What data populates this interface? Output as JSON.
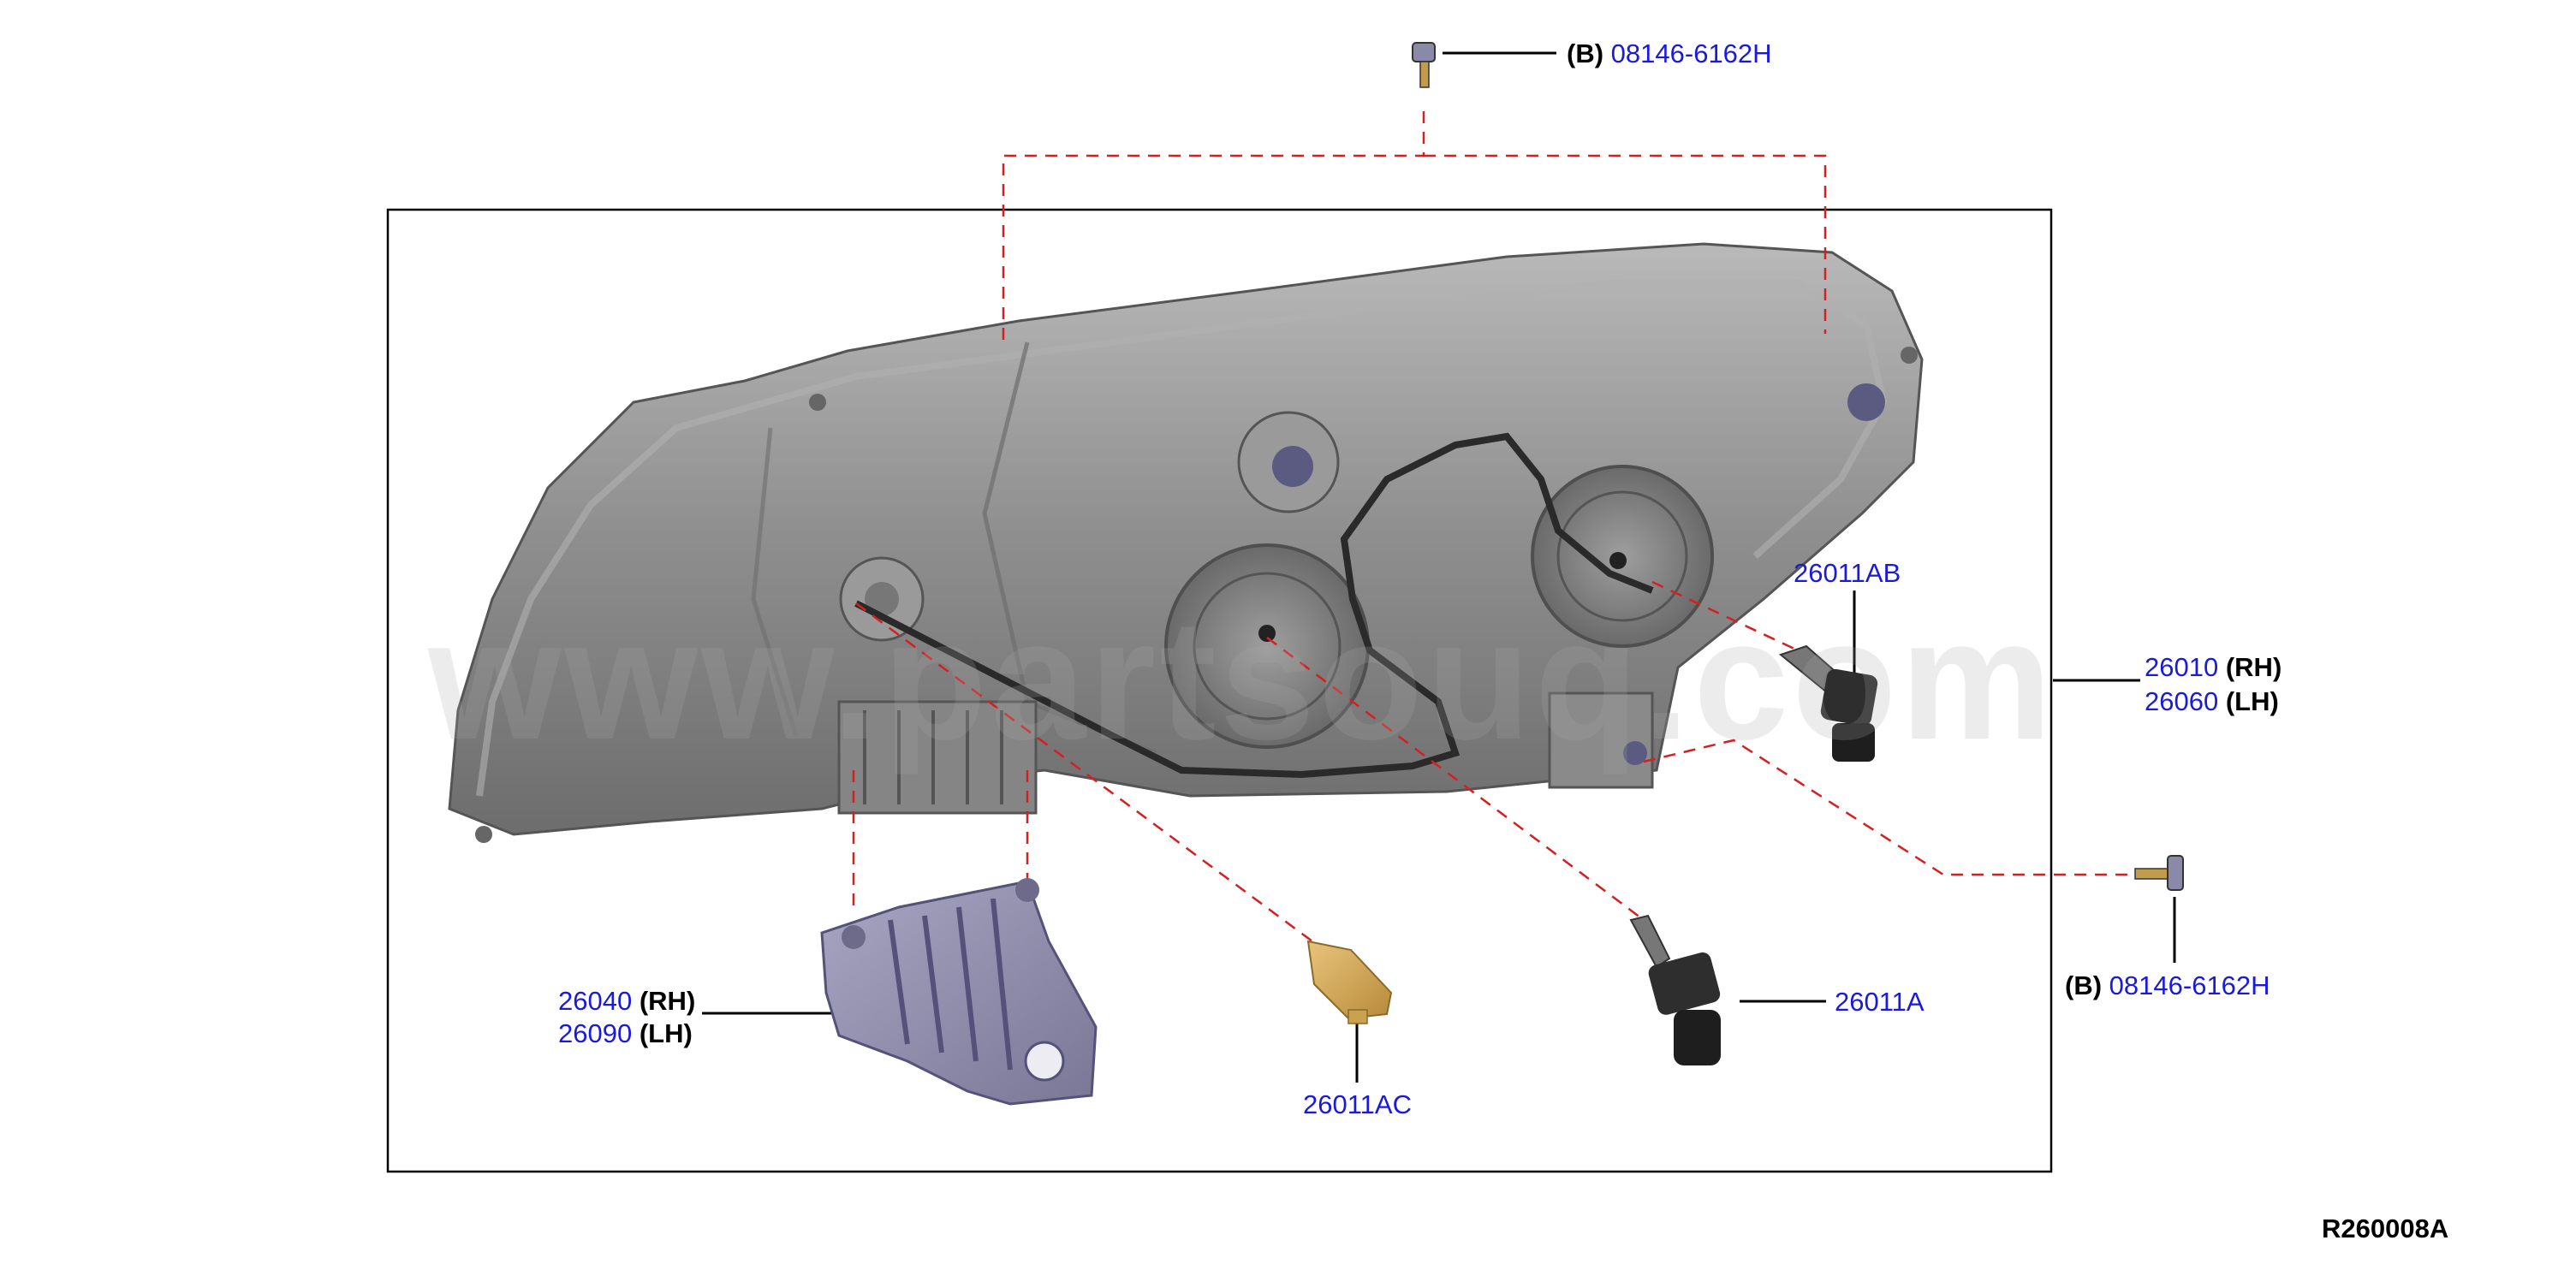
{
  "diagram_id": "R260008A",
  "watermark": "www.partsouq.com",
  "colors": {
    "part_number": "#1a1adc",
    "qualifier": "#000000",
    "leader_line": "#d42020",
    "frame": "#000000",
    "housing": "#8f8f8f",
    "bracket": "#8f8ca8",
    "bulb_amber": "#d2a85a"
  },
  "callouts": {
    "screw_top": {
      "qualifier": "(B)",
      "part_no": "08146-6162H"
    },
    "screw_right": {
      "qualifier": "(B)",
      "part_no": "08146-6162H"
    },
    "bulb_ab": {
      "part_no": "26011AB"
    },
    "headlamp": {
      "part_no_rh": "26010",
      "qual_rh": "(RH)",
      "part_no_lh": "26060",
      "qual_lh": "(LH)"
    },
    "bracket": {
      "part_no_rh": "26040",
      "qual_rh": "(RH)",
      "part_no_lh": "26090",
      "qual_lh": "(LH)"
    },
    "bulb_ac": {
      "part_no": "26011AC"
    },
    "bulb_a": {
      "part_no": "26011A"
    }
  },
  "parts": [
    {
      "name": "screw-top",
      "icon": "screw-icon"
    },
    {
      "name": "screw-right",
      "icon": "screw-icon"
    },
    {
      "name": "headlamp-housing",
      "icon": "headlamp-icon"
    },
    {
      "name": "bulb-26011AB",
      "icon": "bulb-icon"
    },
    {
      "name": "bulb-26011A",
      "icon": "bulb-icon"
    },
    {
      "name": "bulb-26011AC",
      "icon": "wedge-bulb-icon"
    },
    {
      "name": "mounting-bracket",
      "icon": "bracket-icon"
    }
  ]
}
